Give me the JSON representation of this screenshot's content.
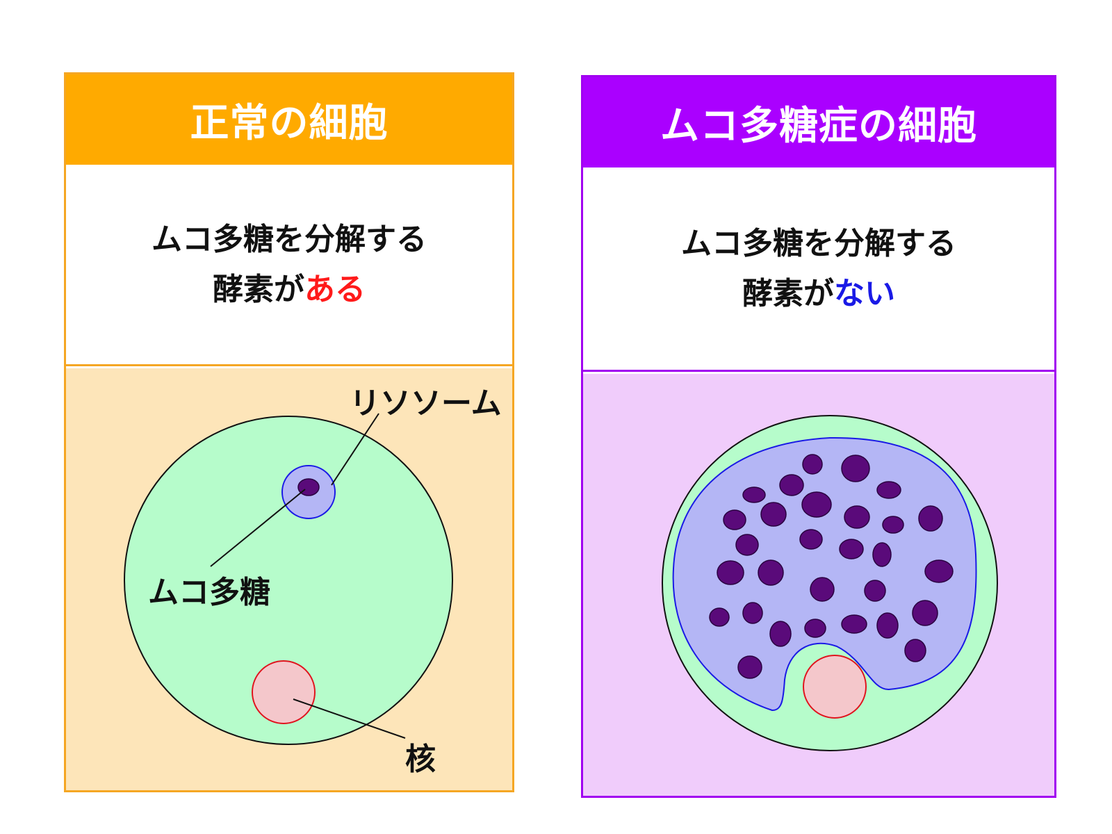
{
  "colors": {
    "normal_accent": "#FFAA00",
    "mps_accent": "#AA00FF",
    "highlight_present": "#FF1A1A",
    "highlight_absent": "#1A1AE6",
    "cytoplasm": "#B6FCCB",
    "lysosome_fill": "#B4B6F5",
    "lysosome_outline": "#1A1AE6",
    "mucopolysaccharide": "#5A0A7A",
    "nucleus_fill": "#F4C7CB",
    "nucleus_outline": "#E0141E"
  },
  "normal": {
    "title": "正常の細胞",
    "desc_line1": "ムコ多糖を分解する",
    "desc_line2_prefix": "酵素が",
    "desc_line2_highlight": "ある",
    "label_lysosome": "リソソーム",
    "label_mps": "ムコ多糖",
    "label_nucleus": "核"
  },
  "mps": {
    "title": "ムコ多糖症の細胞",
    "desc_line1": "ムコ多糖を分解する",
    "desc_line2_prefix": "酵素が",
    "desc_line2_highlight": "ない"
  }
}
